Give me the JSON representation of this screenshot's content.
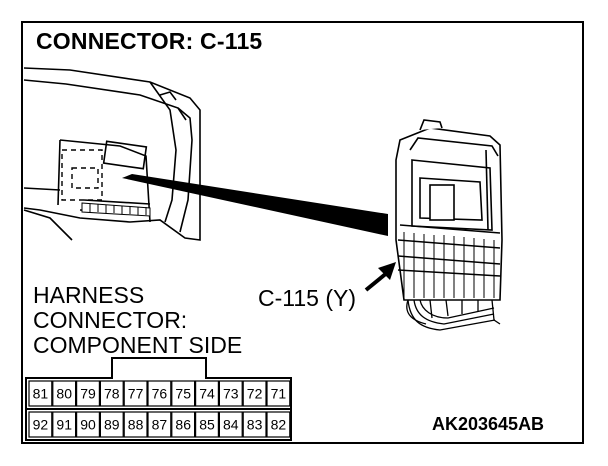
{
  "title": "CONNECTOR: C-115",
  "harness_label": {
    "line1": "HARNESS",
    "line2": "CONNECTOR:",
    "line3": "COMPONENT SIDE"
  },
  "callout": "C-115 (Y)",
  "figure_code": "AK203645AB",
  "pins": {
    "top_row": [
      "81",
      "80",
      "79",
      "78",
      "77",
      "76",
      "75",
      "74",
      "73",
      "72",
      "71"
    ],
    "bottom_row": [
      "92",
      "91",
      "90",
      "89",
      "88",
      "87",
      "86",
      "85",
      "84",
      "83",
      "82"
    ]
  }
}
